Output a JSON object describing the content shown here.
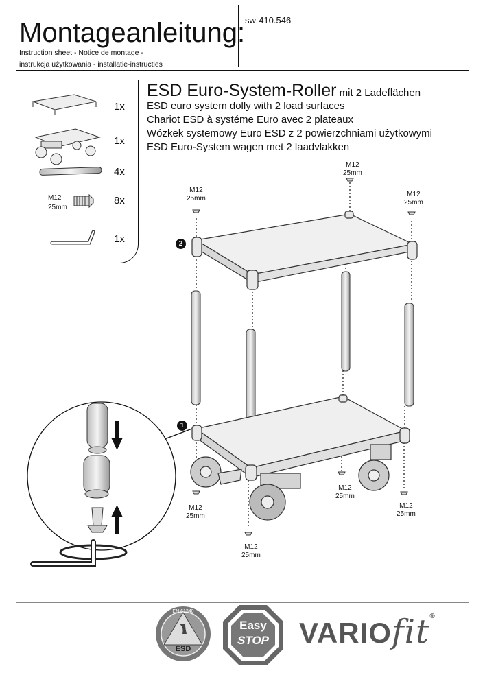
{
  "header": {
    "title": "Montageanleitung:",
    "doc_number": "sw-410.546",
    "subtitle_1": "Instruction sheet - Notice de montage  -",
    "subtitle_2": "instrukcja użytkowania - installatie-instructies"
  },
  "parts_list": [
    {
      "icon": "top-shelf-icon",
      "qty": "1x"
    },
    {
      "icon": "base-dolly-icon",
      "qty": "1x"
    },
    {
      "icon": "tube-icon",
      "qty": "4x"
    },
    {
      "icon": "screw-icon",
      "label_1": "M12",
      "label_2": "25mm",
      "qty": "8x"
    },
    {
      "icon": "hex-key-icon",
      "qty": "1x"
    }
  ],
  "product": {
    "title_main": "ESD Euro-System-Roller",
    "title_suffix": " mit 2 Ladeflächen",
    "en": "ESD euro system dolly with 2 load surfaces",
    "fr": "Chariot ESD à systéme Euro avec 2 plateaux",
    "pl": "Wózkek systemowy Euro ESD z 2 powierzchniami użytkowymi",
    "nl": "ESD Euro-System wagen met 2 laadvlakken"
  },
  "screw_labels": {
    "size": "M12",
    "length": "25mm"
  },
  "steps": {
    "step1": "1",
    "step2": "2"
  },
  "footer": {
    "esd_ring": "EN 61340",
    "esd_label": "ESD",
    "easy_1": "Easy",
    "easy_2": "STOP",
    "brand_main": "VARIO",
    "brand_fit": "fit",
    "registered": "®"
  }
}
